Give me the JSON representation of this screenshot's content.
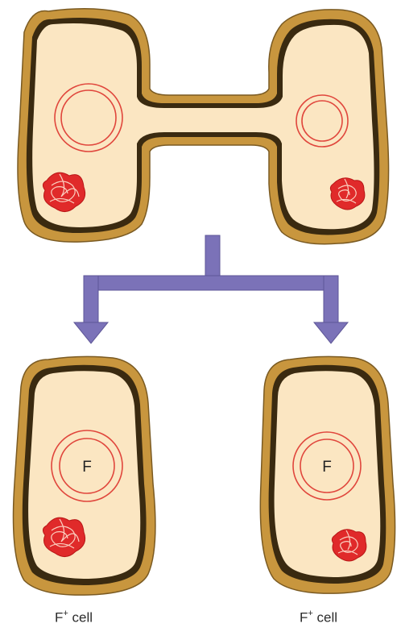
{
  "colors": {
    "cell_fill": "#fbe6c2",
    "cell_wall": "#c8963e",
    "cell_wall_dark": "#3a2a10",
    "plasmid": "#e0463c",
    "chromosome": "#e02a2a",
    "arrow": "#7b72b8",
    "background": "#ffffff"
  },
  "cells": {
    "plasmid_label": "F"
  },
  "captions": {
    "left": {
      "main": "F",
      "sup": "+",
      "rest": " cell"
    },
    "right": {
      "main": "F",
      "sup": "+",
      "rest": " cell"
    }
  }
}
